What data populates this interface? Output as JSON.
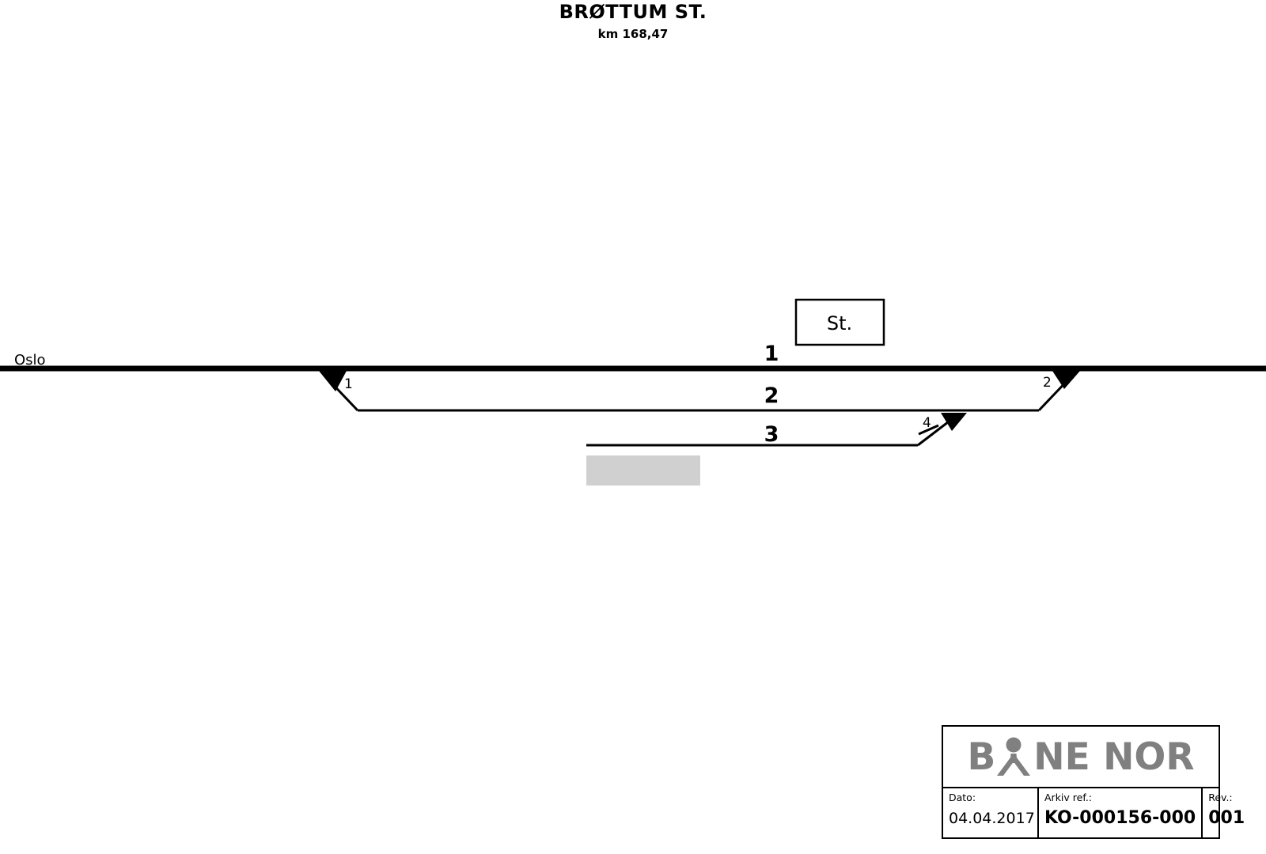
{
  "drawing": {
    "title": "BRØTTUM ST.",
    "km": "km 168,47"
  },
  "diagram": {
    "line_end_label": "Oslo",
    "station_building_label": "St.",
    "tracks": [
      {
        "number": "1"
      },
      {
        "number": "2"
      },
      {
        "number": "3"
      }
    ],
    "switches": [
      {
        "number": "1"
      },
      {
        "number": "2"
      },
      {
        "number": "4"
      }
    ],
    "platform_color": "#d0d0d0"
  },
  "title_block": {
    "logo": {
      "text_before": "B",
      "text_after": "NE NOR",
      "color": "#808080"
    },
    "fields": [
      {
        "label": "Dato:",
        "value": "04.04.2017"
      },
      {
        "label": "Arkiv ref.:",
        "value": "KO-000156-000"
      },
      {
        "label": "Rev.:",
        "value": "001"
      }
    ]
  }
}
